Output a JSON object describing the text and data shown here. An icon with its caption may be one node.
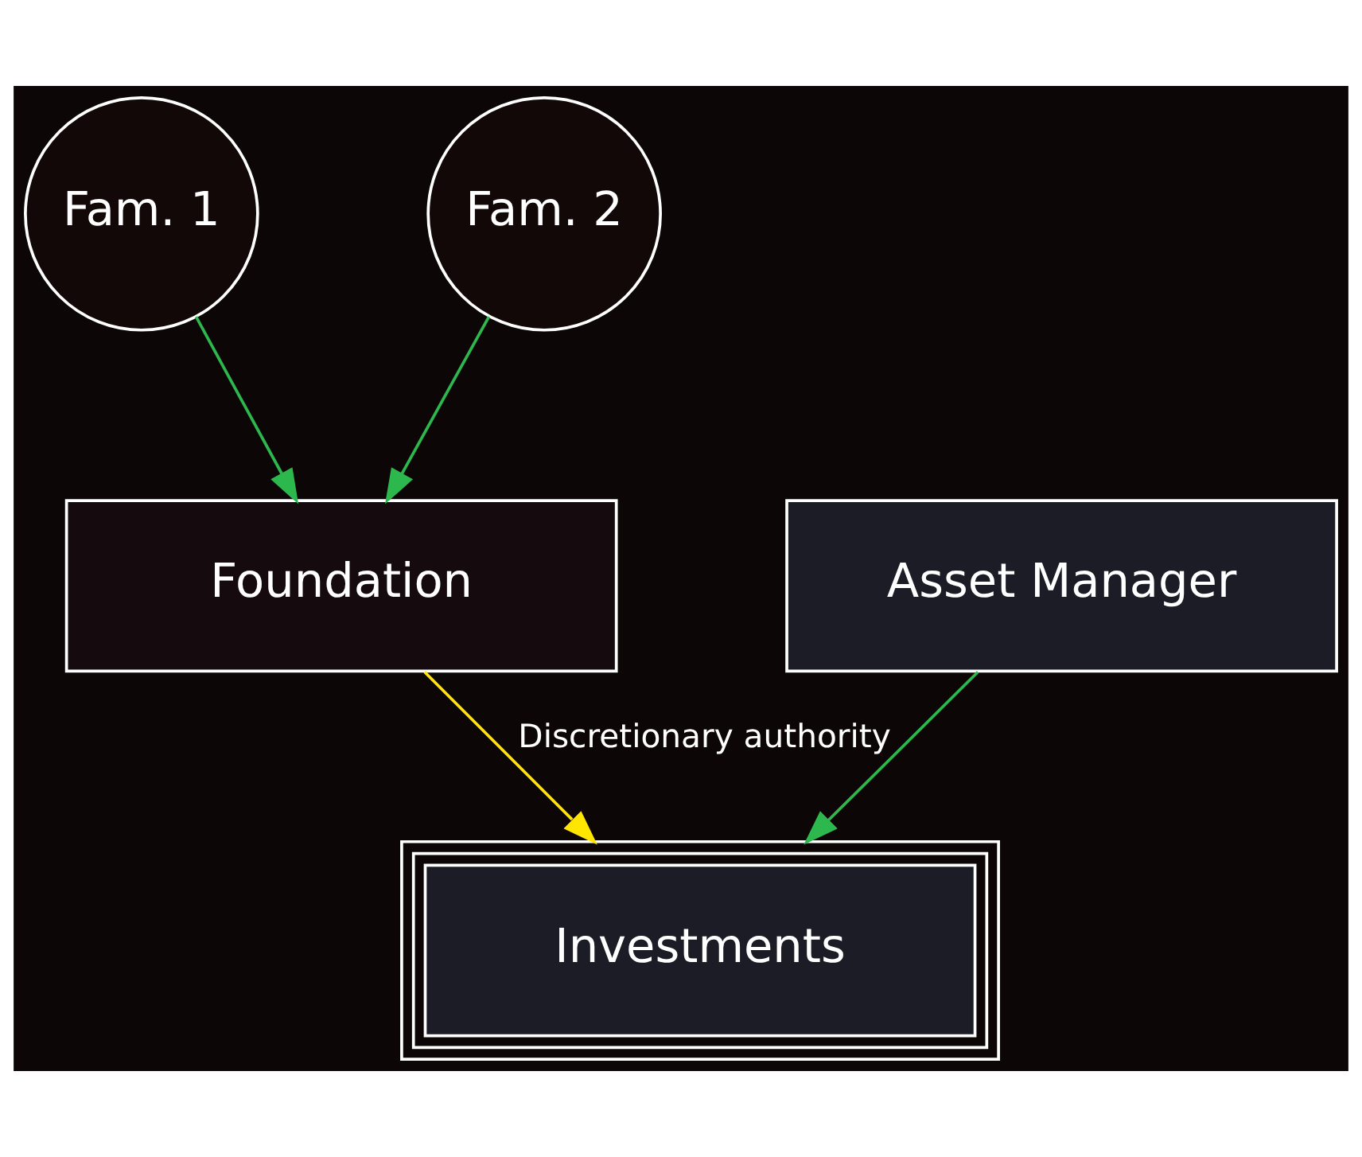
{
  "diagram": {
    "nodes": [
      {
        "text": [
          "Fam. 1"
        ]
      },
      {
        "text": [
          "Fam. 2"
        ]
      },
      {
        "text": [
          "Foundation"
        ]
      },
      {
        "text": [
          "Asset Manager"
        ]
      },
      {
        "text": [
          "Investments"
        ]
      }
    ],
    "edges": [
      {
        "from": 0,
        "to": 2,
        "arrow": "to"
      },
      {
        "from": 1,
        "to": 2,
        "arrow": "to"
      },
      {
        "from": 2,
        "to": 4,
        "arrow": "to",
        "color": "#ffe600"
      },
      {
        "from": 3,
        "to": 4,
        "arrow": "to",
        "label": "Discretionary authority"
      }
    ]
  }
}
